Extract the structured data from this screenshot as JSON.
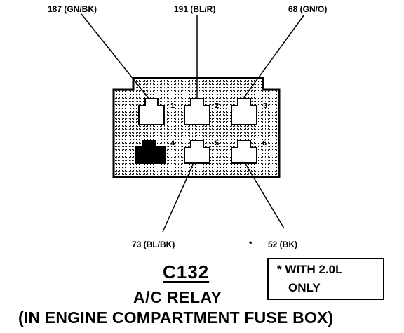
{
  "wires": {
    "top_left": "187 (GN/BK)",
    "top_center": "191 (BL/R)",
    "top_right": "68 (GN/O)",
    "bottom_left": "73 (BL/BK)",
    "bottom_right_marker": "*",
    "bottom_right": "52 (BK)"
  },
  "pins": [
    "1",
    "2",
    "3",
    "4",
    "5",
    "6"
  ],
  "connector": {
    "id": "C132",
    "name": "A/C RELAY",
    "location": "(IN ENGINE COMPARTMENT FUSE BOX)"
  },
  "note": {
    "line1": "* WITH 2.0L",
    "line2": "ONLY"
  },
  "colors": {
    "ink": "#000000",
    "housing_fill": "#cfcfcf",
    "background": "#ffffff"
  }
}
